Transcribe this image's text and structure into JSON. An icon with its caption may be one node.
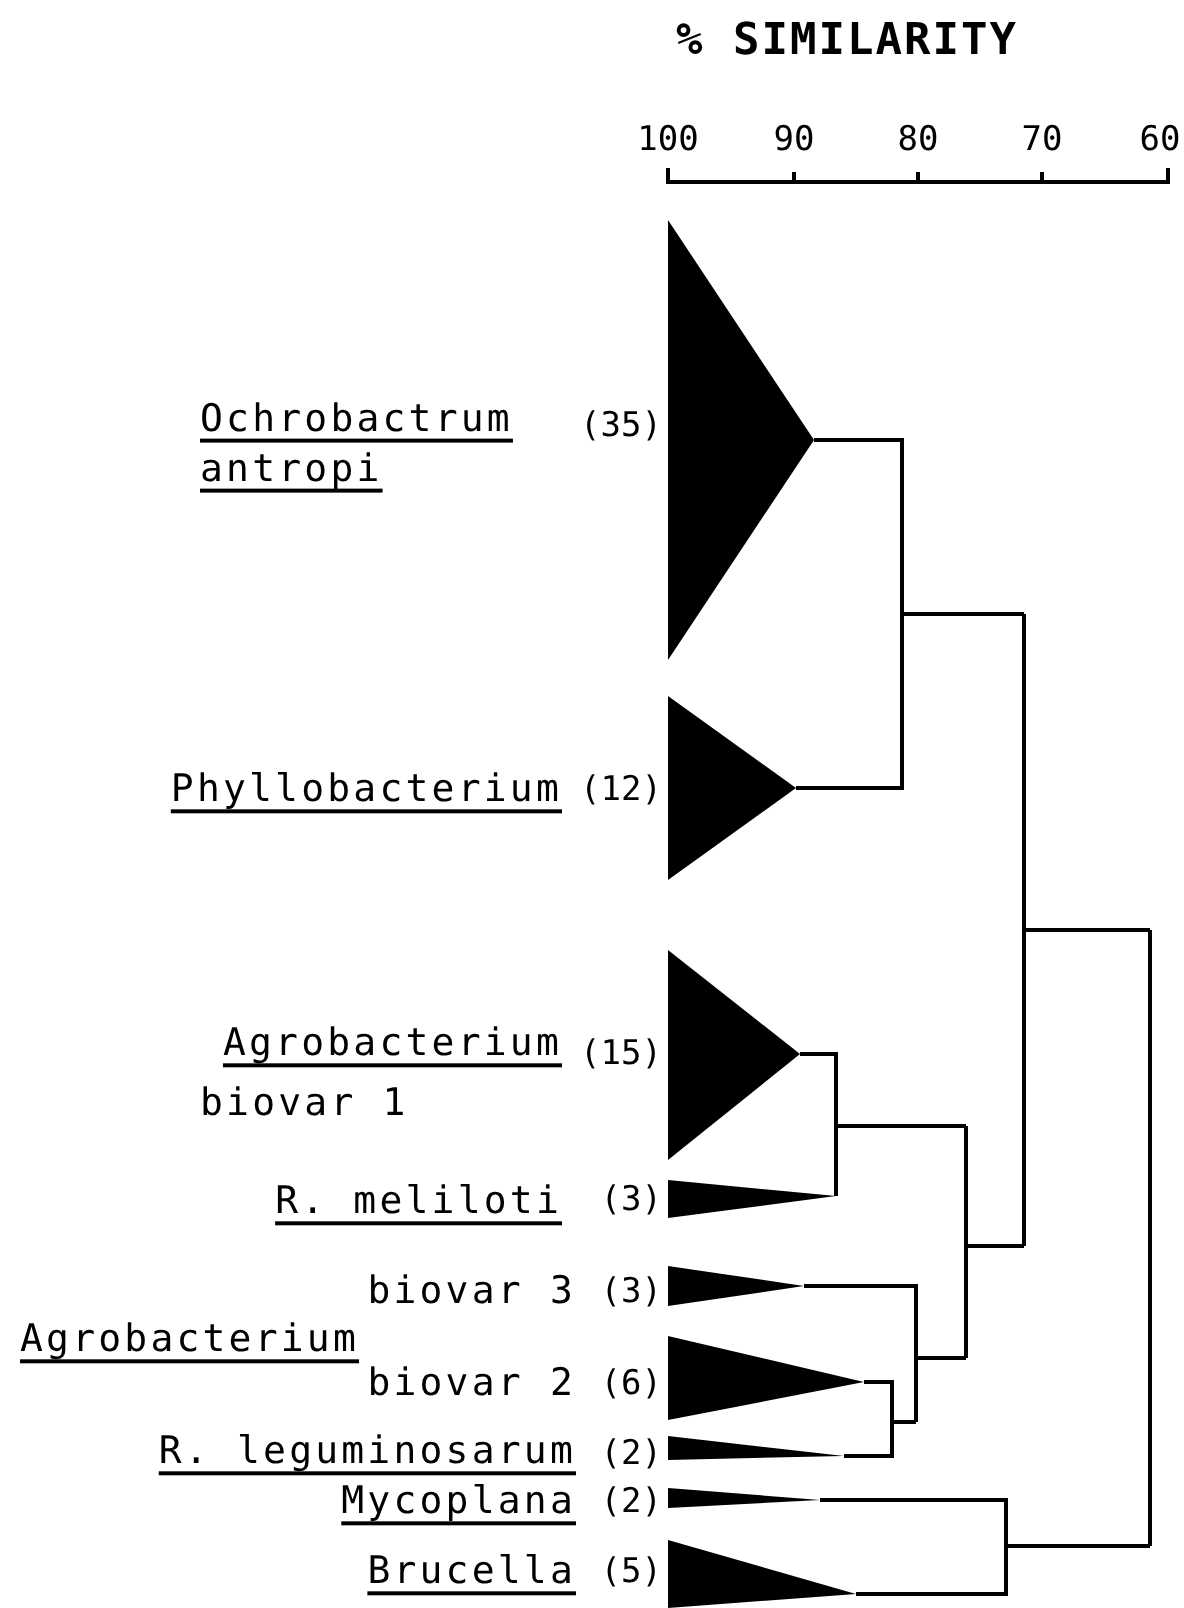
{
  "diagram": {
    "title": "% SIMILARITY",
    "labels": [
      "100",
      "90",
      "80",
      "70",
      "60",
      "Ochrobactrum antropi",
      "(35)",
      "Phyllobacterium",
      "(12)",
      "Agrobacterium",
      "biovar 1",
      "(15)",
      "R. meliloti",
      "(3)",
      "biovar 3",
      "(3)",
      "Agrobacterium",
      "biovar 2",
      "(6)",
      "R. leguminosarum",
      "(2)",
      "Mycoplana",
      "(2)",
      "Brucella",
      "(5)"
    ]
  }
}
